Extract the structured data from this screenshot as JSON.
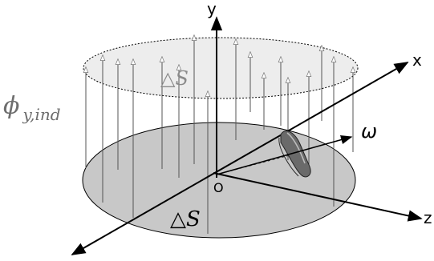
{
  "labels": {
    "y_axis": "y",
    "x_axis": "x",
    "z_axis": "z",
    "origin": "O",
    "omega": "ω",
    "flux_symbol": "ϕ",
    "flux_subscript": "y,ind",
    "area_top": "△S",
    "area_bottom": "△S"
  },
  "colors": {
    "disk_fill": "#c8c8c8",
    "top_disk_fill": "#ededed",
    "line": "#000000",
    "gray_text": "#6e6e6e",
    "field_line": "#555555",
    "coil": "#5a5a5a"
  }
}
